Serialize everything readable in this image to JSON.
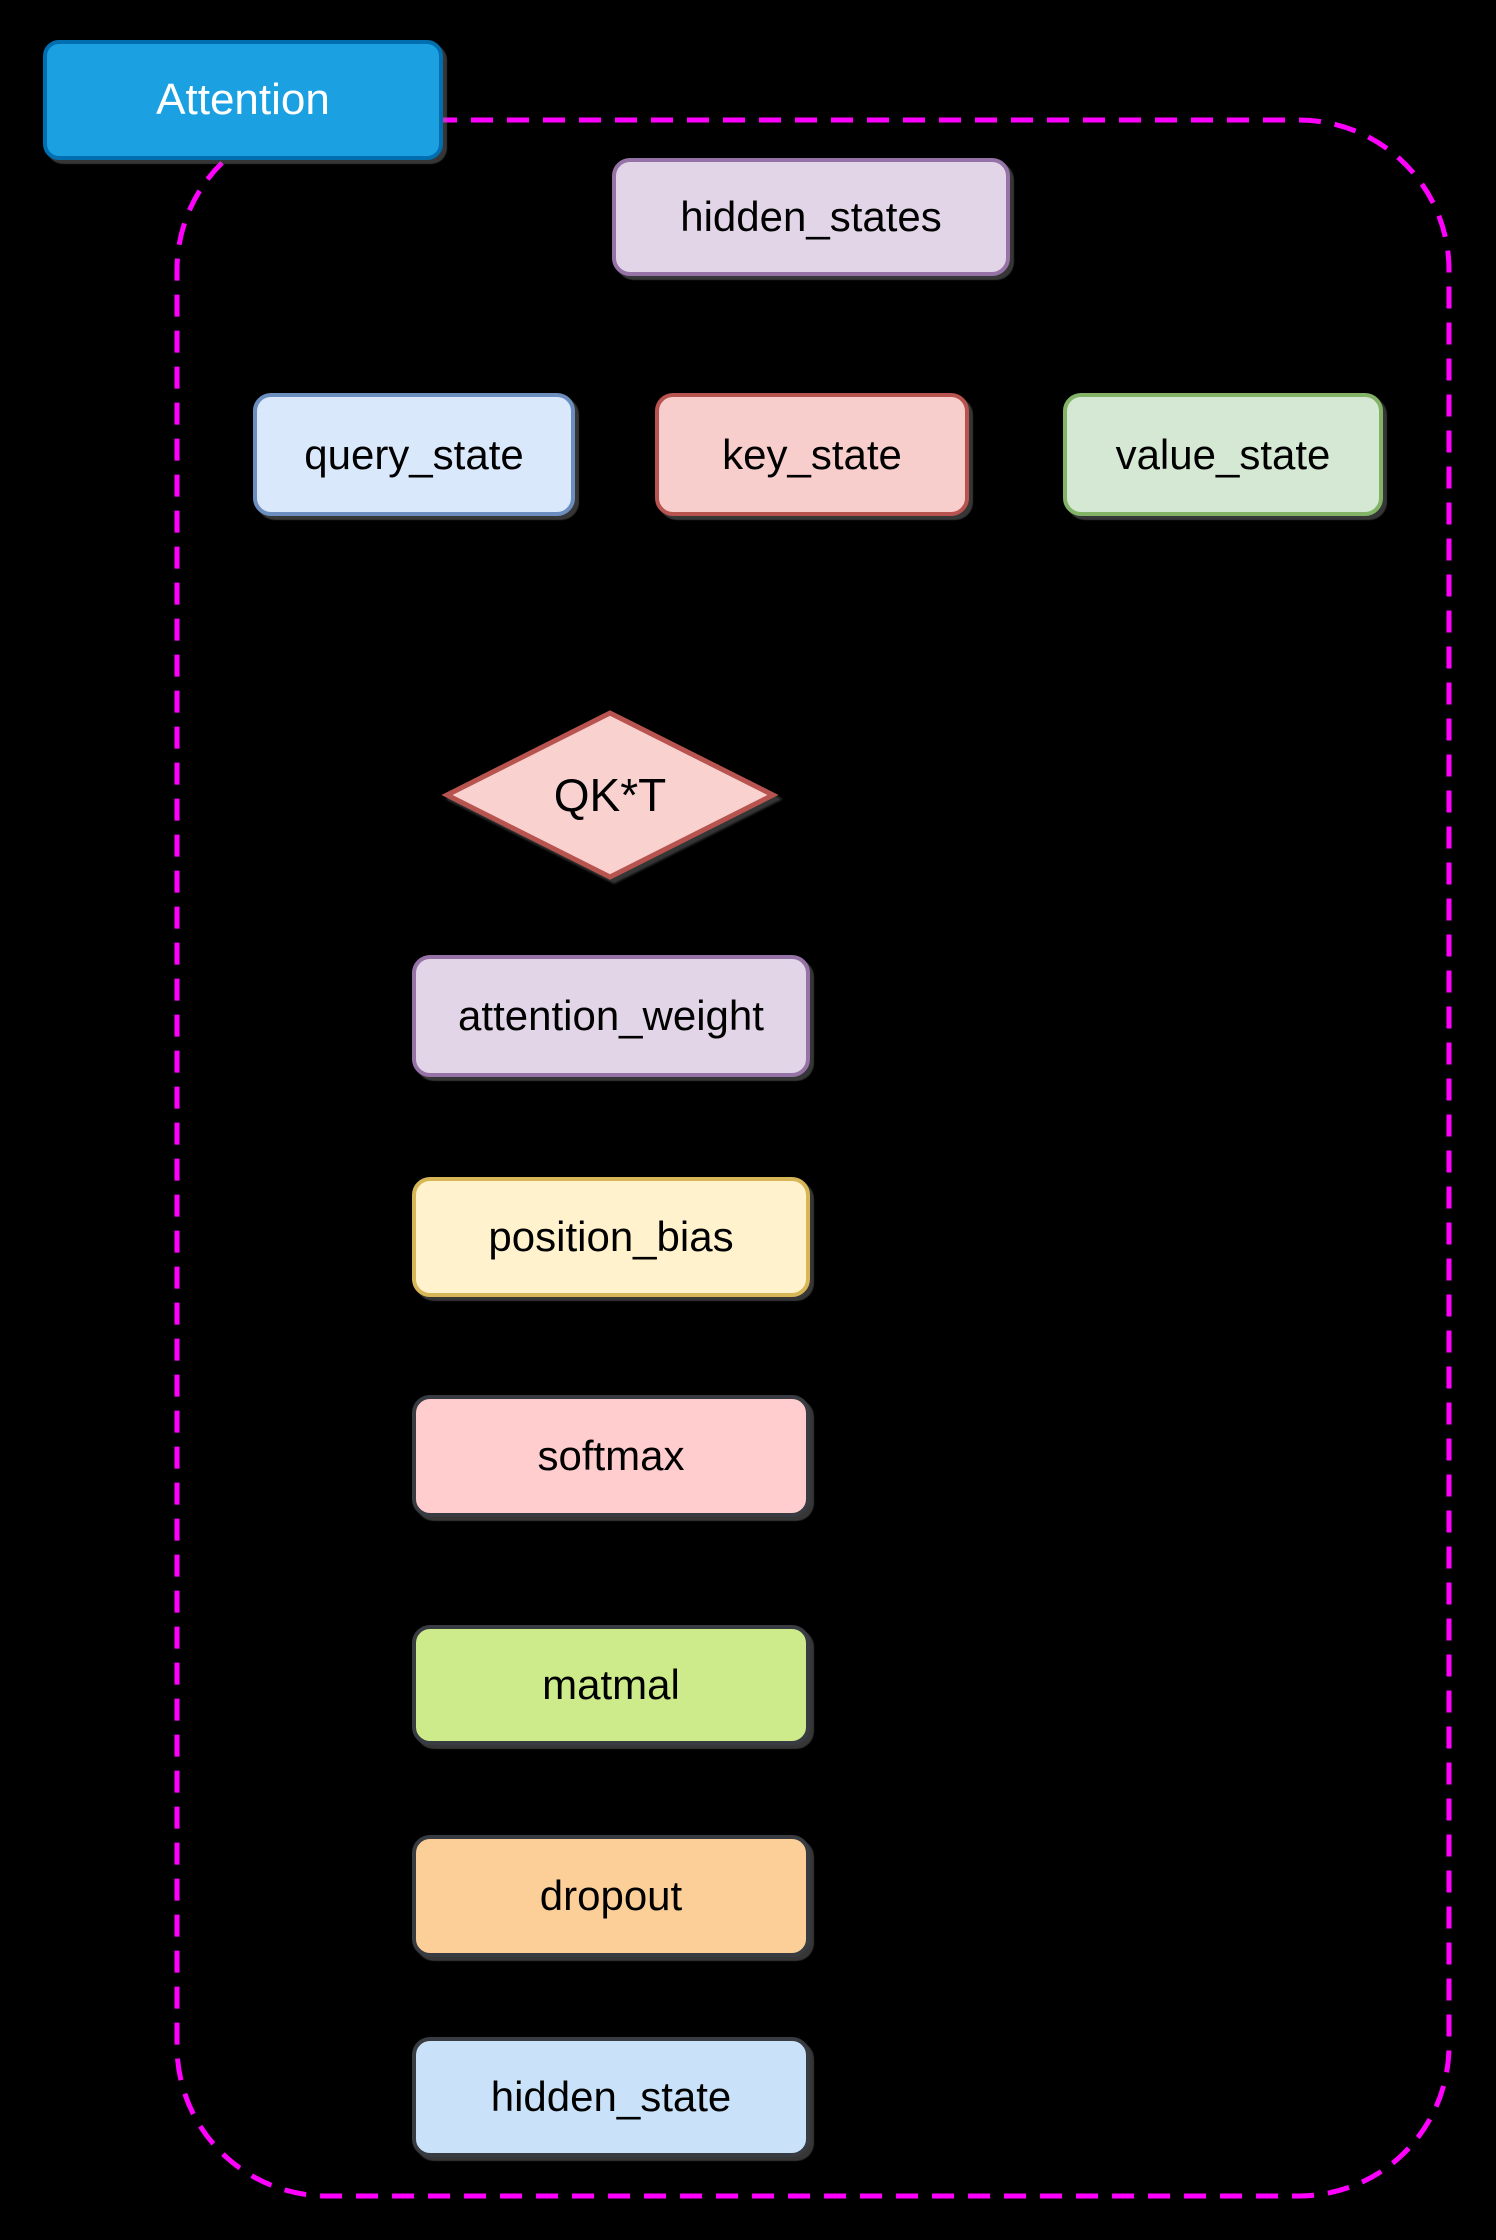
{
  "diagram": {
    "background_color": "#000000",
    "title": {
      "label": "Attention",
      "fill": "#1BA1E2",
      "border": "#006EAF",
      "text_color": "#FFFFFF"
    },
    "container": {
      "border_color": "#FF00FF",
      "border_style": "dashed"
    },
    "nodes": {
      "hidden_states": {
        "label": "hidden_states",
        "fill": "#E1D5E7",
        "border": "#9673A6"
      },
      "query_state": {
        "label": "query_state",
        "fill": "#DAE8FC",
        "border": "#6C8EBF"
      },
      "key_state": {
        "label": "key_state",
        "fill": "#F8CECC",
        "border": "#B85450"
      },
      "value_state": {
        "label": "value_state",
        "fill": "#D5E8D4",
        "border": "#82B366"
      },
      "qkt": {
        "label": "QK*T",
        "fill": "#F9D2D0",
        "border": "#B85450",
        "shape": "diamond"
      },
      "attention_weight": {
        "label": "attention_weight",
        "fill": "#E1D5E7",
        "border": "#9673A6"
      },
      "position_bias": {
        "label": "position_bias",
        "fill": "#FFF2CC",
        "border": "#D6B656"
      },
      "softmax": {
        "label": "softmax",
        "fill": "#FFCDCD",
        "border": "#383C42"
      },
      "matmal": {
        "label": "matmal",
        "fill": "#CDEB8B",
        "border": "#383C42"
      },
      "dropout": {
        "label": "dropout",
        "fill": "#FCCF99",
        "border": "#383C42"
      },
      "hidden_state": {
        "label": "hidden_state",
        "fill": "#C9E2F9",
        "border": "#383C42"
      }
    }
  }
}
